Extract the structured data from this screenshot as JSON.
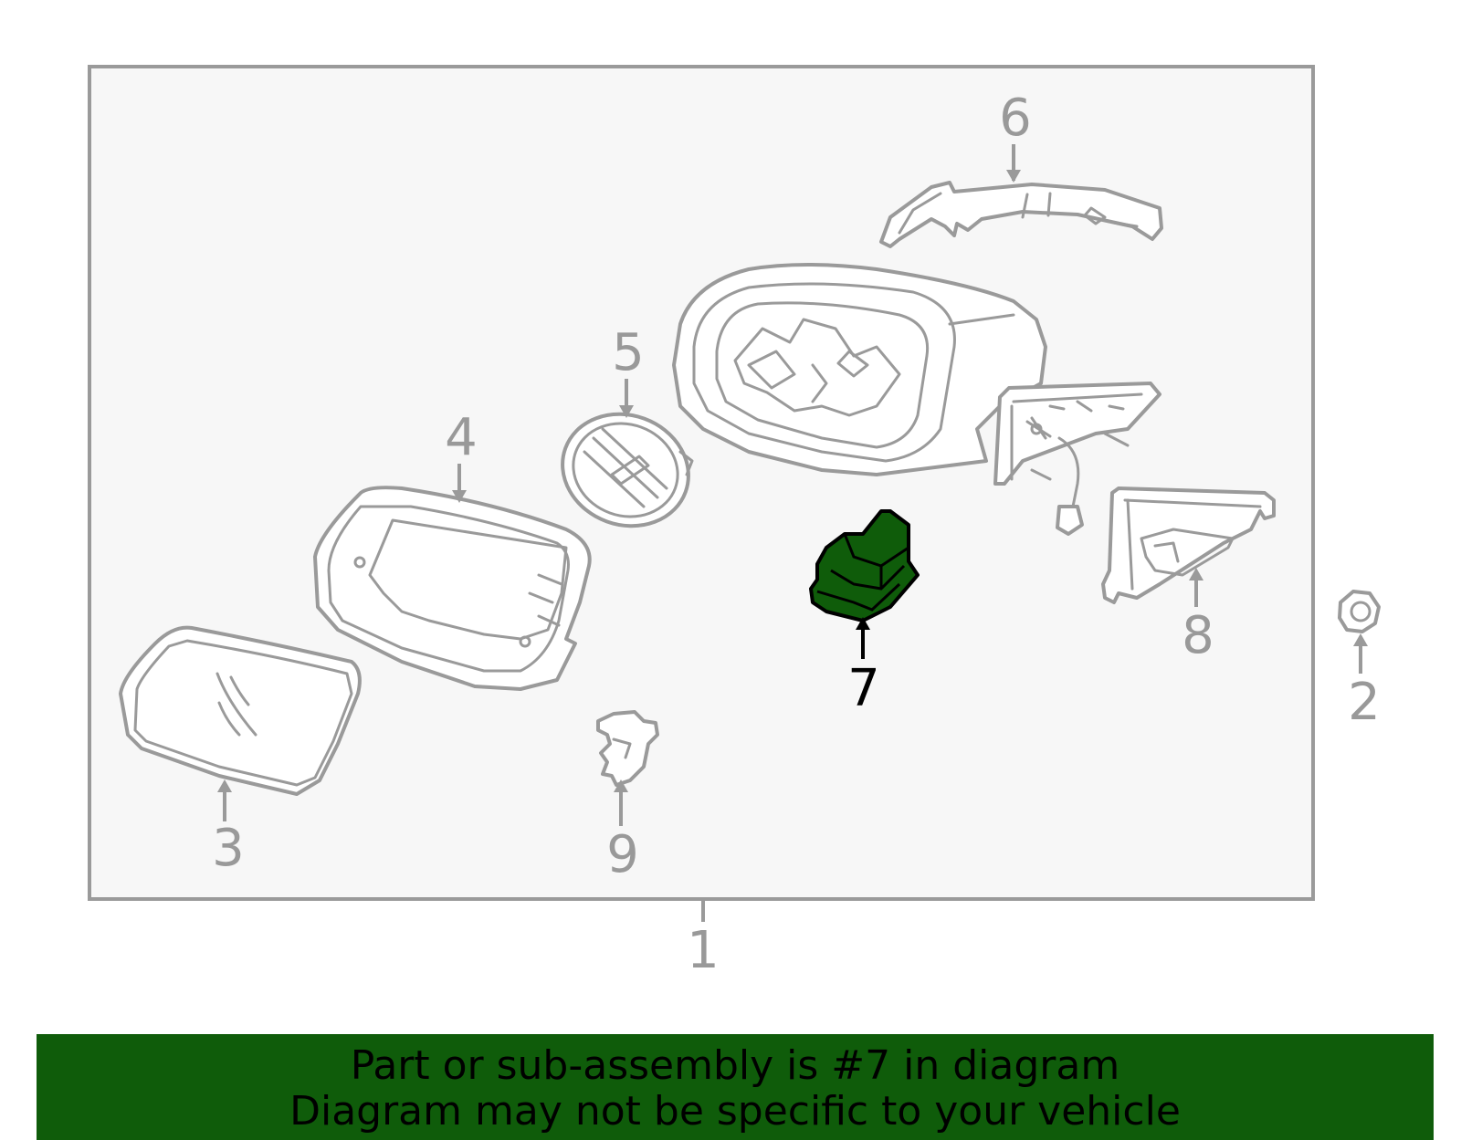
{
  "diagram": {
    "highlight_color": "#0f5c0a",
    "callouts": {
      "c1": "1",
      "c2": "2",
      "c3": "3",
      "c4": "4",
      "c5": "5",
      "c6": "6",
      "c7": "7",
      "c8": "8",
      "c9": "9"
    },
    "highlighted_part": "7"
  },
  "banner": {
    "line1": "Part or sub-assembly is #7 in diagram",
    "line2": "Diagram may not be specific to your vehicle",
    "background": "#0f5c0a"
  }
}
